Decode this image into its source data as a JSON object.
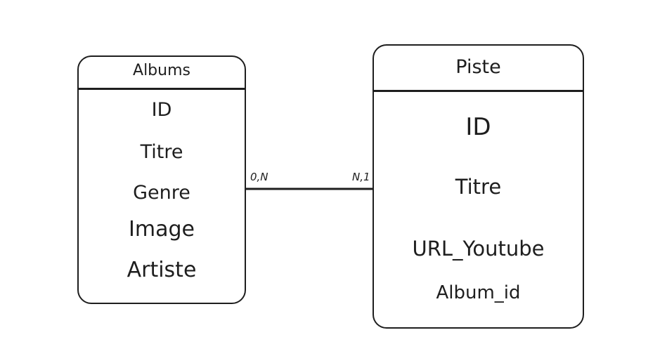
{
  "entities": {
    "albums": {
      "title": "Albums",
      "attributes": [
        "ID",
        "Titre",
        "Genre",
        "Image",
        "Artiste"
      ]
    },
    "piste": {
      "title": "Piste",
      "attributes": [
        "ID",
        "Titre",
        "URL_Youtube",
        "Album_id"
      ]
    }
  },
  "relationship": {
    "albums_cardinality": "0,N",
    "piste_cardinality": "N,1"
  }
}
